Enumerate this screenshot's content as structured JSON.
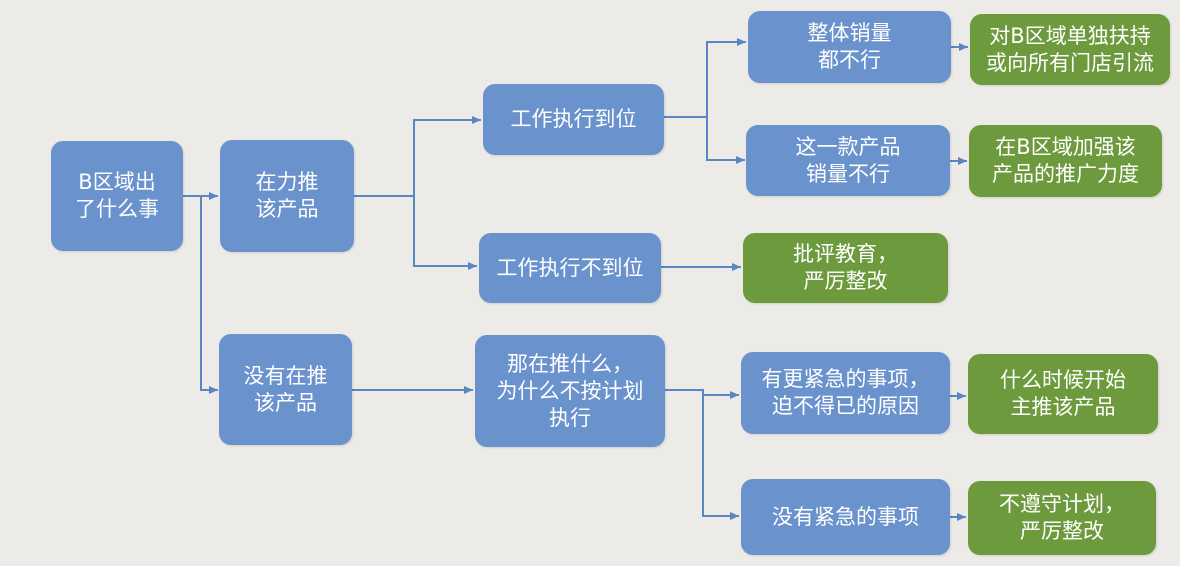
{
  "colors": {
    "node_blue": "#6a92cc",
    "node_green": "#6c9a3c",
    "connector": "#5b86c4",
    "background": "#ecebe8"
  },
  "nodes": {
    "root": "B区域出\n了什么事",
    "pushed": "在力推\n该产品",
    "not_pushed": "没有在推\n该产品",
    "exec_ok": "工作执行到位",
    "exec_bad": "工作执行不到位",
    "what_pushing": "那在推什么，\n为什么不按计划\n执行",
    "overall_bad": "整体销量\n都不行",
    "single_bad": "这一款产品\n销量不行",
    "urgent": "有更紧急的事项，\n迫不得已的原因",
    "no_urgent": "没有紧急的事项",
    "support_b": "对B区域单独扶持\n或向所有门店引流",
    "promote_b": "在B区域加强该\n产品的推广力度",
    "criticize": "批评教育，\n严厉整改",
    "when_push": "什么时候开始\n主推该产品",
    "not_follow": "不遵守计划，\n严厉整改"
  }
}
